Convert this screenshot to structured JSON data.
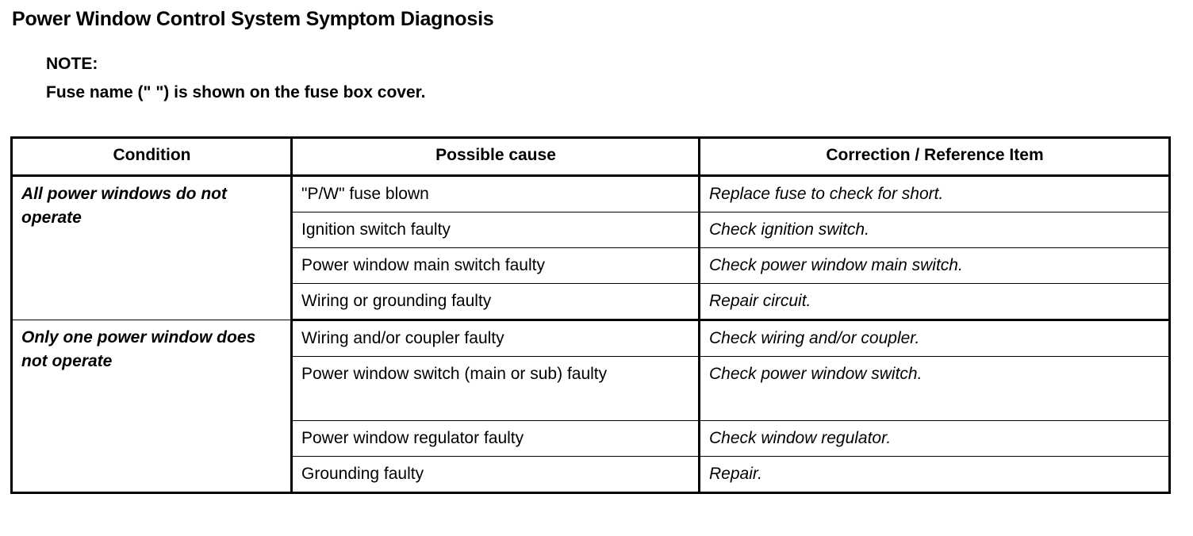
{
  "page": {
    "title": "Power Window Control System Symptom Diagnosis"
  },
  "note": {
    "label": "NOTE:",
    "text": "Fuse name (\" \") is shown on the fuse box cover."
  },
  "table": {
    "headers": {
      "condition": "Condition",
      "possible_cause": "Possible cause",
      "correction": "Correction / Reference Item"
    },
    "groups": [
      {
        "condition": "All power windows do not operate",
        "rows": [
          {
            "cause": "\"P/W\" fuse blown",
            "correction": "Replace fuse to check for short."
          },
          {
            "cause": "Ignition switch faulty",
            "correction": "Check ignition switch."
          },
          {
            "cause": "Power window main switch faulty",
            "correction": "Check power window main switch."
          },
          {
            "cause": "Wiring or grounding faulty",
            "correction": "Repair circuit."
          }
        ]
      },
      {
        "condition": "Only one power window does not operate",
        "rows": [
          {
            "cause": "Wiring and/or coupler faulty",
            "correction": "Check wiring and/or coupler."
          },
          {
            "cause": "Power window switch (main or sub) faulty",
            "correction": "Check power window switch."
          },
          {
            "cause": "Power window regulator faulty",
            "correction": "Check window regulator."
          },
          {
            "cause": "Grounding faulty",
            "correction": "Repair."
          }
        ]
      }
    ]
  },
  "colors": {
    "ink": "#000000",
    "paper": "#ffffff"
  }
}
